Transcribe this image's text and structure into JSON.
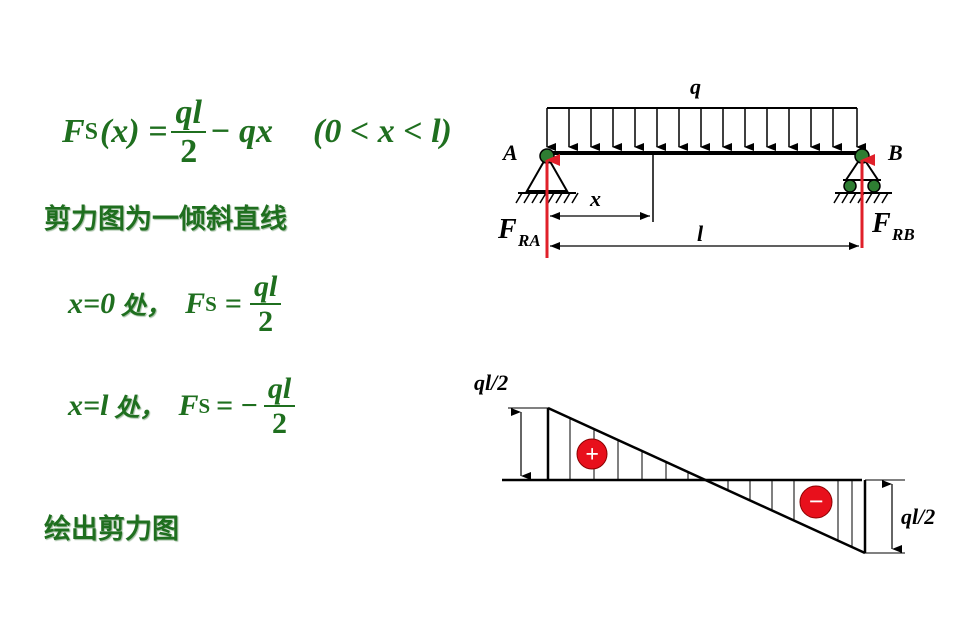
{
  "formula_main": {
    "lhs_F": "F",
    "lhs_sub": "S",
    "lhs_arg": "(x) =",
    "frac_num": "ql",
    "frac_den": "2",
    "tail": "− qx",
    "domain": "(0 < x < l)"
  },
  "text_line_incline": "剪力图为一倾斜直线",
  "case_x0": {
    "cond": "x=0",
    "word": "处，",
    "F": "F",
    "sub": "S",
    "eq": "=",
    "num": "ql",
    "den": "2"
  },
  "case_xl": {
    "cond": "x=l",
    "word": "处，",
    "F": "F",
    "sub": "S",
    "eq": "= −",
    "num": "ql",
    "den": "2"
  },
  "text_draw": "绘出剪力图",
  "beam_labels": {
    "q": "q",
    "A": "A",
    "B": "B",
    "x": "x",
    "l": "l",
    "FRA_F": "F",
    "FRA_sub": "RA",
    "FRB_F": "F",
    "FRB_sub": "RB"
  },
  "shear_labels": {
    "left_value": "ql/2",
    "right_value": "ql/2",
    "plus_sign": "+",
    "minus_sign": "−"
  },
  "colors": {
    "text_green": "#1f6f1f",
    "reaction_red": "#e0202a",
    "badge_red": "#e8101c",
    "support_green": "#2e7d32"
  }
}
